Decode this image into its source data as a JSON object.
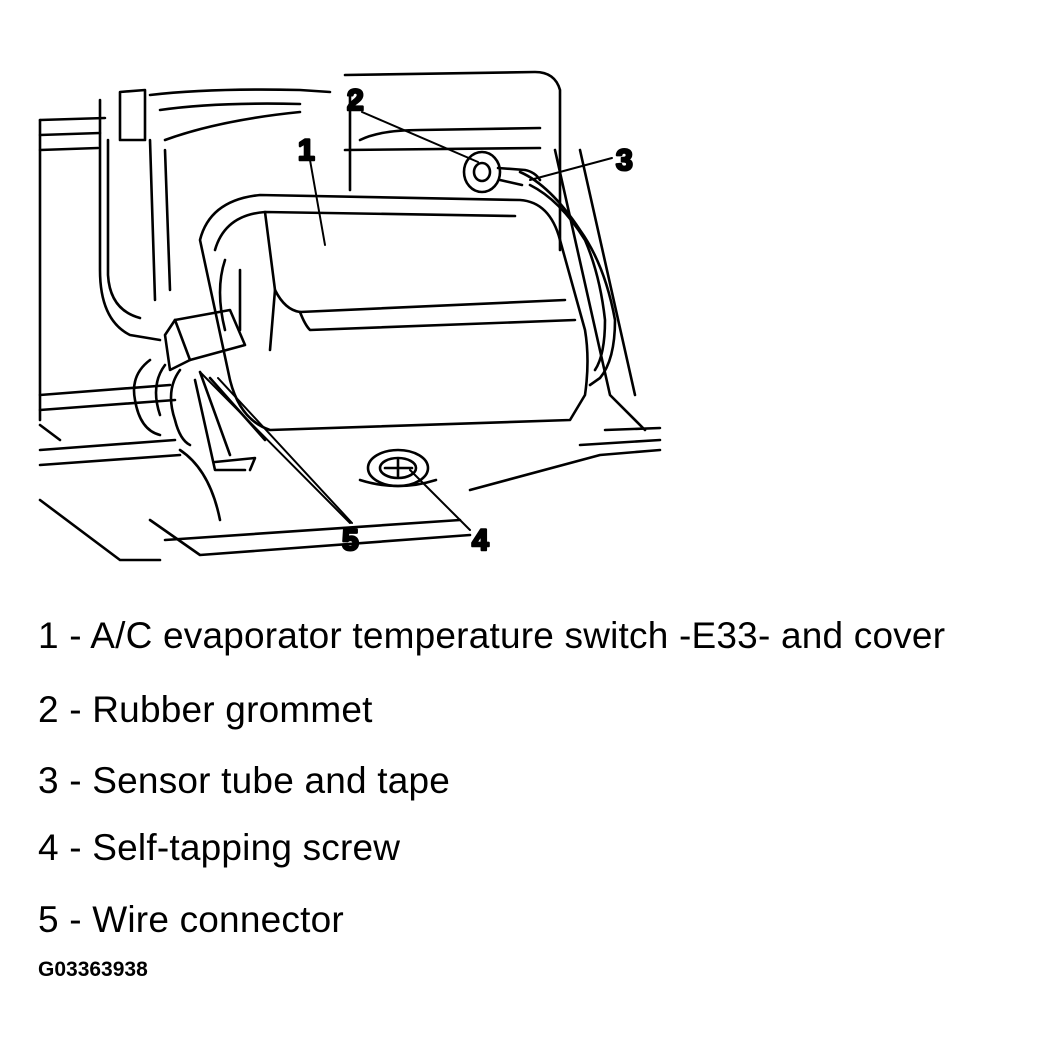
{
  "diagram": {
    "callouts": [
      "1",
      "2",
      "3",
      "4",
      "5"
    ]
  },
  "legend": {
    "items": [
      "1 - A/C evaporator temperature switch -E33- and cover",
      "2 - Rubber grommet",
      "3 - Sensor tube and tape",
      "4 - Self-tapping screw",
      "5 - Wire connector"
    ]
  },
  "figure_id": "G03363938",
  "colors": {
    "line": "#000000",
    "background": "#ffffff"
  }
}
